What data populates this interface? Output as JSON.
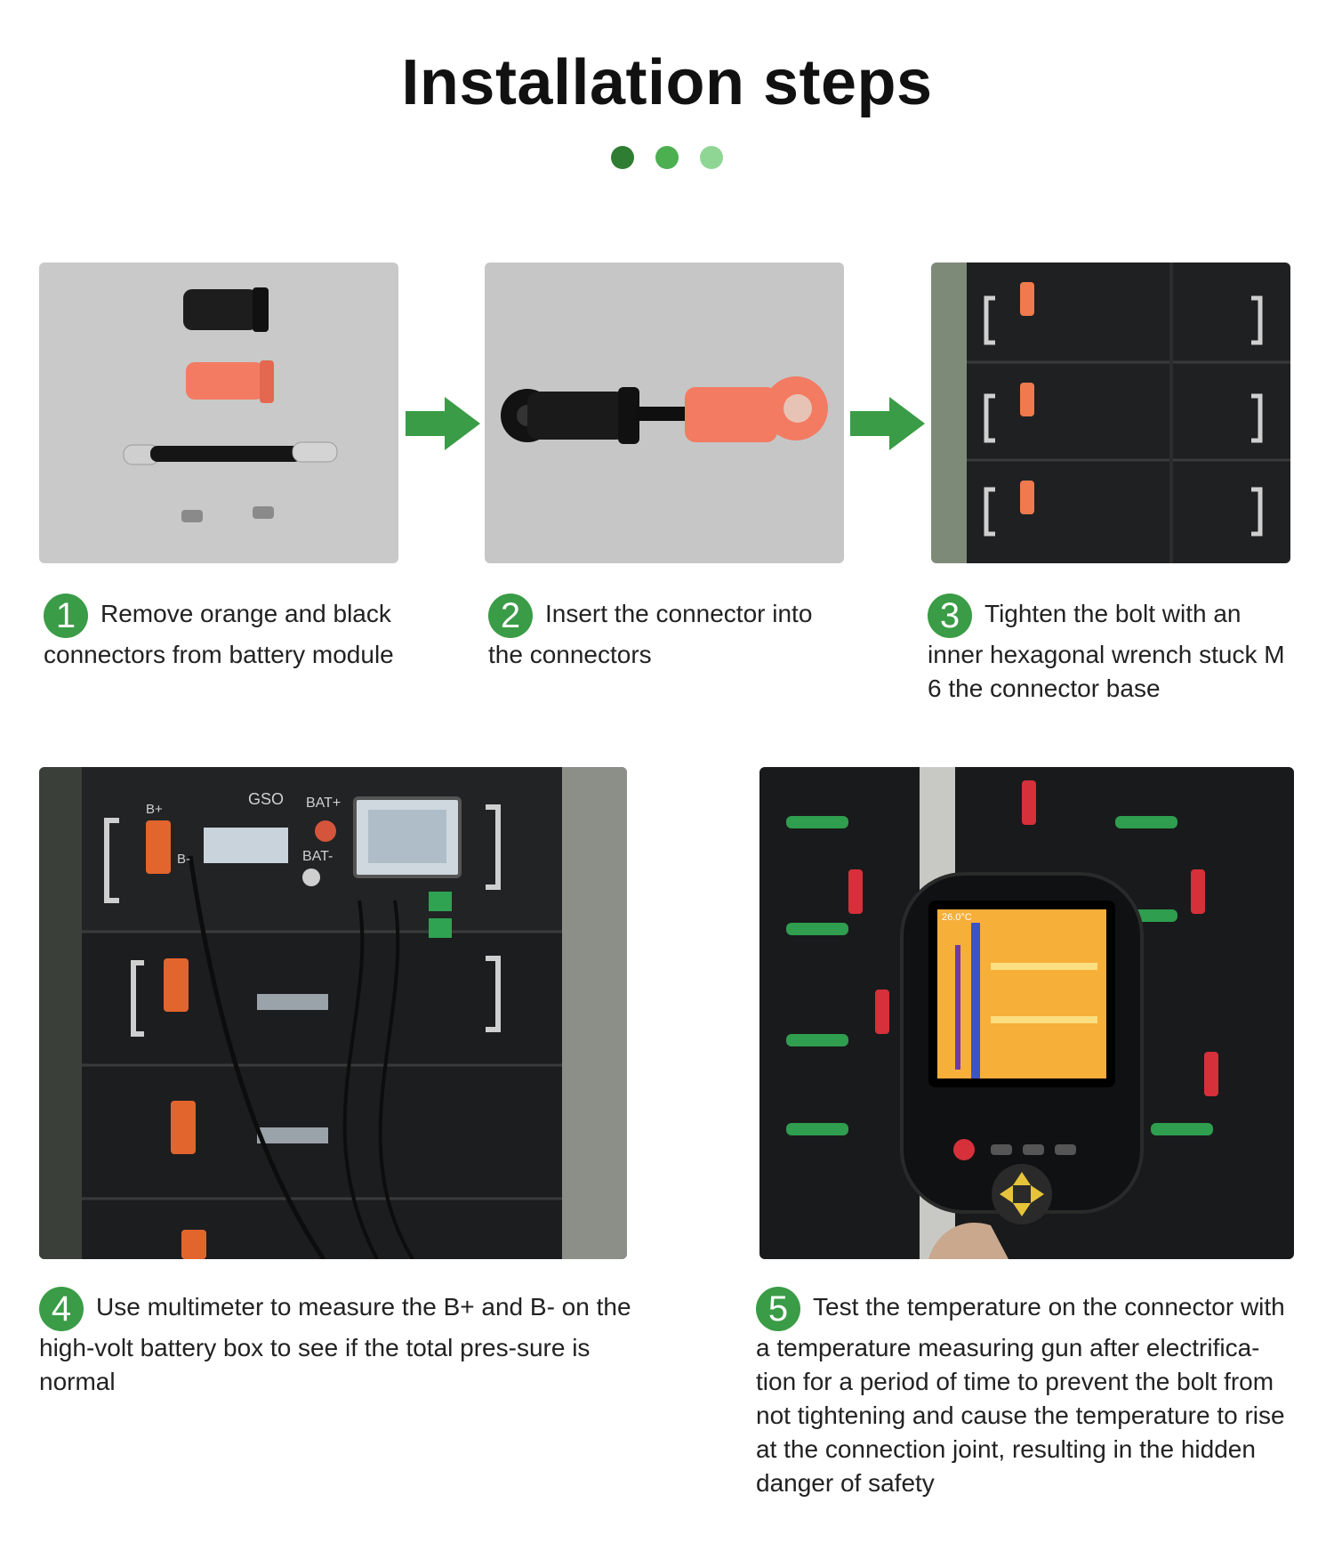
{
  "title": "Installation steps",
  "dot_colors": [
    "#2e7d32",
    "#4caf50",
    "#8fd694"
  ],
  "accent": "#3a9c46",
  "steps": [
    {
      "number": "1",
      "text": "Remove orange and black connectors from battery module"
    },
    {
      "number": "2",
      "text": "Insert the connector into the connectors"
    },
    {
      "number": "3",
      "text": "Tighten the bolt with an inner hexagonal wrench stuck M 6 the connector base"
    },
    {
      "number": "4",
      "text": "Use multimeter to measure the B+ and B- on the high-volt battery box  to see if the total pres-sure is normal"
    },
    {
      "number": "5",
      "text": "Test the temperature on the connector with a temperature measuring gun after electrifica-tion for a period of time to prevent the bolt from not tightening and cause the temperature to rise at the connection joint, resulting in the hidden danger of safety"
    }
  ],
  "labels": {
    "logo": "GSO",
    "bat_plus": "BAT+",
    "bat_minus": "BAT-",
    "b_plus": "B+",
    "b_minus": "B-",
    "thermal_temp": "26.0°C"
  }
}
